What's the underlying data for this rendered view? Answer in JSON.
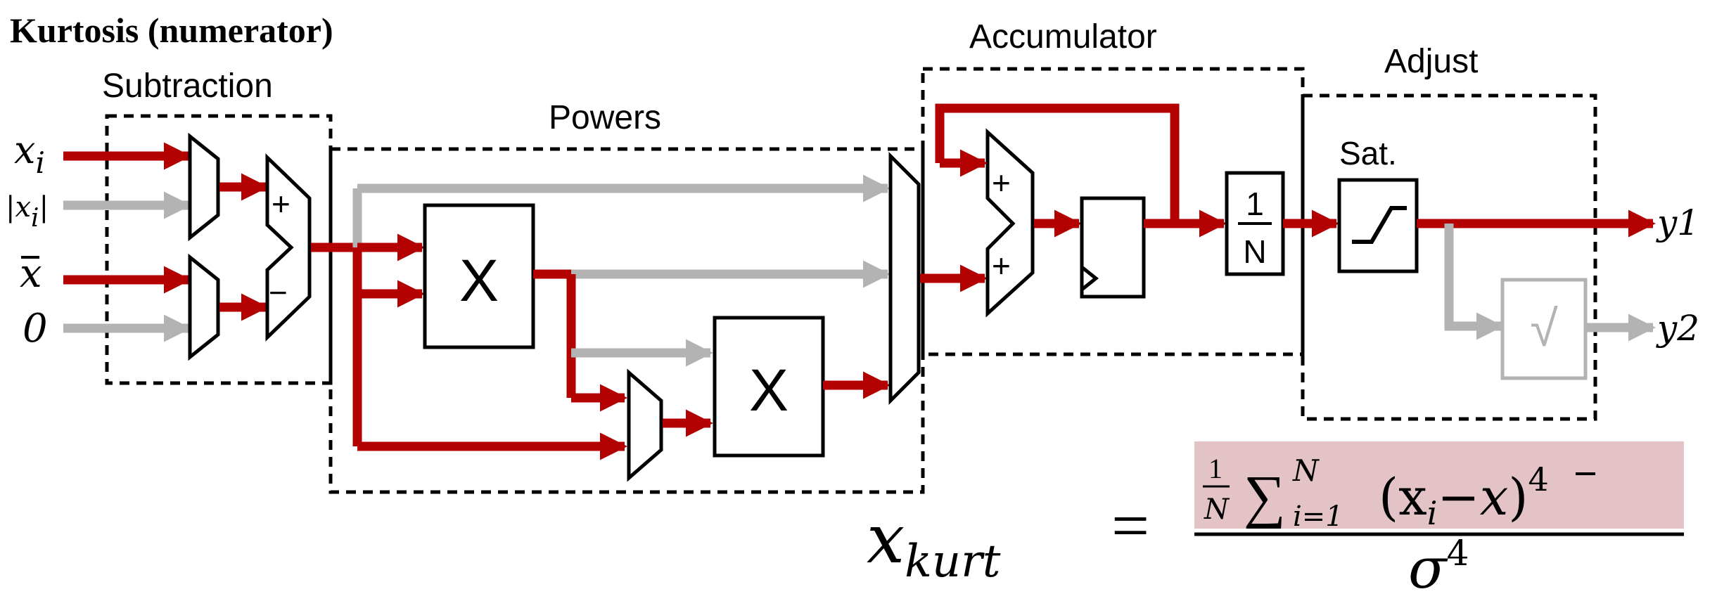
{
  "title": "Kurtosis (numerator)",
  "sections": {
    "subtraction": "Subtraction",
    "powers": "Powers",
    "accumulator": "Accumulator",
    "adjust": "Adjust"
  },
  "inputs": {
    "xi": "x",
    "xi_sub": "i",
    "abs_xi_bar_left": "|",
    "abs_xi": "x",
    "abs_xi_sub": "i",
    "abs_xi_bar_right": "|",
    "xbar": "x",
    "zero": "0"
  },
  "blocks": {
    "plus": "+",
    "minus": "−",
    "multiply": "X",
    "inv_n_num": "1",
    "inv_n_den": "N",
    "sat": "Sat.",
    "sqrt": "√"
  },
  "outputs": {
    "y1": "y1",
    "y2": "y2"
  },
  "formula": {
    "lhs": "x",
    "lhs_sub": "kurt",
    "eq": "=",
    "frac1_num": "1",
    "frac1_den": "N",
    "sum": "∑",
    "sum_upper": "N",
    "sum_lower": "i=1",
    "term_open": "(x",
    "term_sub": "i",
    "term_minus": "−",
    "term_xbar": "x",
    "term_close": ")",
    "term_pow": "4",
    "den": "σ",
    "den_pow": "4"
  },
  "colors": {
    "active": "#b30000",
    "inactive": "#b3b3b3",
    "line": "#000000",
    "highlight": "#e3c3c6"
  }
}
